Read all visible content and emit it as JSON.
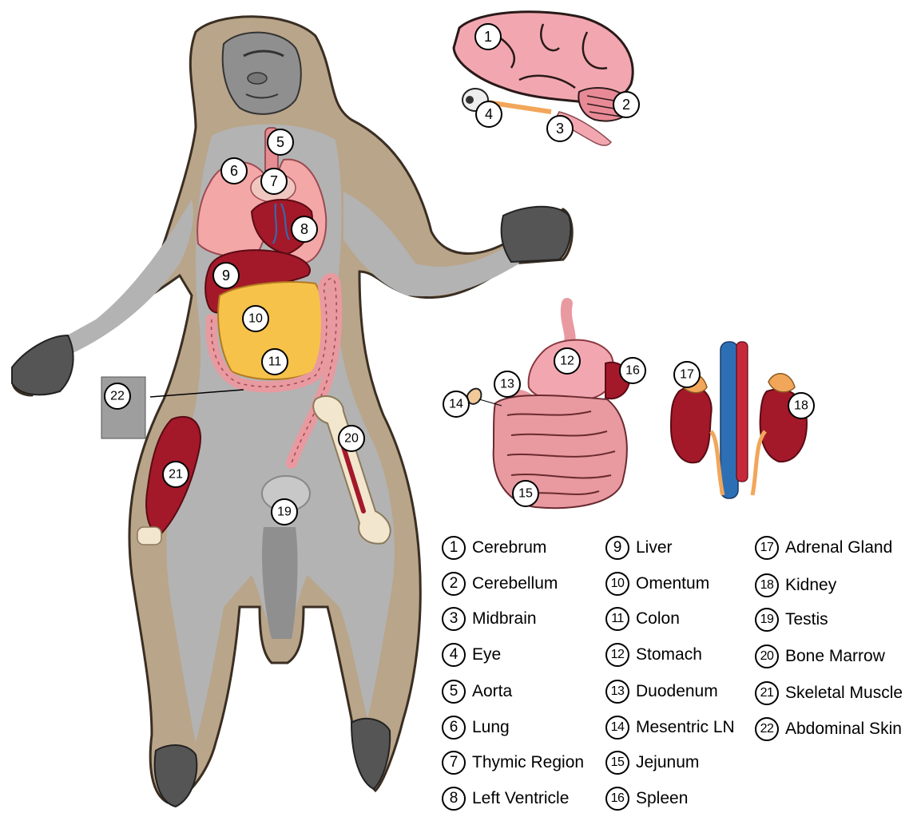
{
  "diagram": {
    "markers": [
      {
        "n": "1"
      },
      {
        "n": "2"
      },
      {
        "n": "3"
      },
      {
        "n": "4"
      },
      {
        "n": "5"
      },
      {
        "n": "6"
      },
      {
        "n": "7"
      },
      {
        "n": "8"
      },
      {
        "n": "9"
      },
      {
        "n": "10"
      },
      {
        "n": "11"
      },
      {
        "n": "12"
      },
      {
        "n": "13"
      },
      {
        "n": "14"
      },
      {
        "n": "15"
      },
      {
        "n": "16"
      },
      {
        "n": "17"
      },
      {
        "n": "18"
      },
      {
        "n": "19"
      },
      {
        "n": "20"
      },
      {
        "n": "21"
      },
      {
        "n": "22"
      }
    ]
  },
  "legend": {
    "items": [
      {
        "n": "1",
        "label": "Cerebrum"
      },
      {
        "n": "2",
        "label": "Cerebellum"
      },
      {
        "n": "3",
        "label": "Midbrain"
      },
      {
        "n": "4",
        "label": "Eye"
      },
      {
        "n": "5",
        "label": "Aorta"
      },
      {
        "n": "6",
        "label": "Lung"
      },
      {
        "n": "7",
        "label": "Thymic Region"
      },
      {
        "n": "8",
        "label": "Left Ventricle"
      },
      {
        "n": "9",
        "label": "Liver"
      },
      {
        "n": "10",
        "label": "Omentum"
      },
      {
        "n": "11",
        "label": "Colon"
      },
      {
        "n": "12",
        "label": "Stomach"
      },
      {
        "n": "13",
        "label": "Duodenum"
      },
      {
        "n": "14",
        "label": "Mesentric LN"
      },
      {
        "n": "15",
        "label": "Jejunum"
      },
      {
        "n": "16",
        "label": "Spleen"
      },
      {
        "n": "17",
        "label": "Adrenal Gland"
      },
      {
        "n": "18",
        "label": "Kidney"
      },
      {
        "n": "19",
        "label": "Testis"
      },
      {
        "n": "20",
        "label": "Bone Marrow"
      },
      {
        "n": "21",
        "label": "Skeletal Muscle"
      },
      {
        "n": "22",
        "label": "Abdominal Skin"
      }
    ]
  },
  "colors": {
    "fur": "#b9a58a",
    "skin_gray": "#b3b3b3",
    "dark_gray": "#555555",
    "brain_pink": "#f2a7b0",
    "organ_red": "#a3192a",
    "lung_pink": "#f4a7a7",
    "omentum_yellow": "#f6c24a",
    "intestine_pink": "#e89aa0",
    "bone": "#f3e6cf",
    "aorta_blue": "#2d6fb5",
    "adrenal_orange": "#f2a65a"
  }
}
